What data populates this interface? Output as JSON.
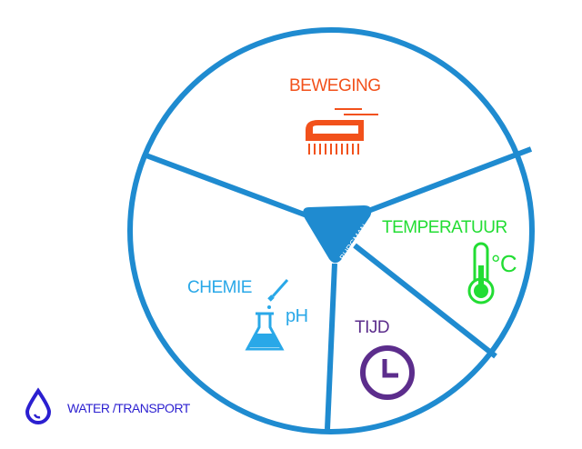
{
  "segments": {
    "beweging": {
      "label": "BEWEGING",
      "icon": "scrub-brush-icon",
      "color": "#f2511b"
    },
    "temperatuur": {
      "label": "TEMPERATUUR",
      "unit": "°C",
      "icon": "thermometer-icon",
      "color": "#22dd33"
    },
    "tijd": {
      "label": "TIJD",
      "icon": "clock-icon",
      "color": "#5c2d8c"
    },
    "chemie": {
      "label": "CHEMIE",
      "ph": "pH",
      "icon": "flask-dropper-icon",
      "color": "#29a8e8"
    }
  },
  "center": {
    "label": "BURGMAN",
    "color": "#1f8bd0"
  },
  "legend": {
    "label": "WATER /TRANSPORT",
    "icon": "water-drop-icon",
    "color": "#2b1fd0"
  }
}
